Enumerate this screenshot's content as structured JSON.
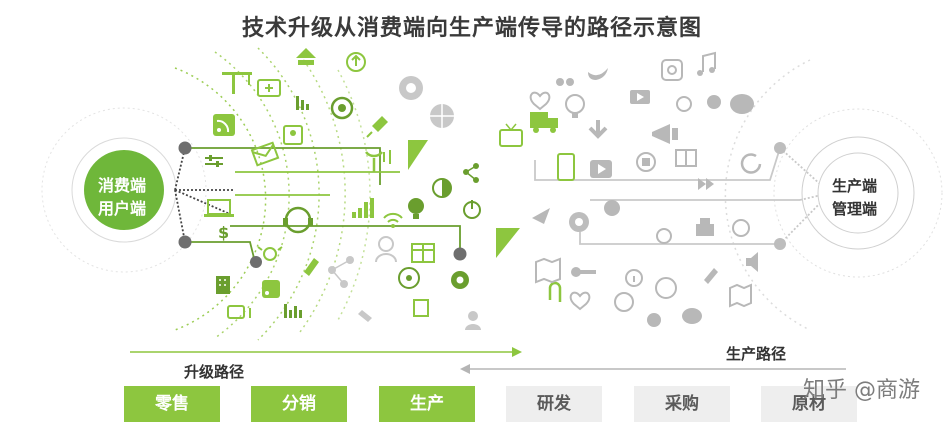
{
  "title": "技术升级从消费端向生产端传导的路径示意图",
  "consumer_node": {
    "line1": "消费端",
    "line2": "用户端"
  },
  "producer_node": {
    "line1": "生产端",
    "line2": "管理端"
  },
  "upgrade_path_label": "升级路径",
  "production_path_label": "生产路径",
  "stages": [
    {
      "label": "零售",
      "state": "active"
    },
    {
      "label": "分销",
      "state": "active"
    },
    {
      "label": "生产",
      "state": "active"
    },
    {
      "label": "研发",
      "state": "inactive"
    },
    {
      "label": "采购",
      "state": "inactive"
    },
    {
      "label": "原材",
      "state": "inactive"
    }
  ],
  "watermark": "知乎 @商游",
  "colors": {
    "green": "#8dc63f",
    "dark_green": "#6a9e2e",
    "gray": "#c8c8c8",
    "dark_gray": "#707070",
    "text": "#333333"
  },
  "icons_left": [
    "rss-icon",
    "crane-icon",
    "medkit-icon",
    "dollar-bars-icon",
    "upload-icon",
    "mail-icon",
    "id-card-icon",
    "target-icon",
    "pin-icon",
    "sliders-icon",
    "gear-icon",
    "globe-icon",
    "antenna-icon",
    "stairs-icon",
    "sun-icon",
    "share-icon",
    "contrast-icon",
    "laptop-icon",
    "headset-icon",
    "chart-icon",
    "lightbulb-icon",
    "wifi-icon",
    "power-icon",
    "dollar-icon",
    "gift-icon",
    "user-icon",
    "pen-icon",
    "bug-icon",
    "network-icon",
    "building-icon",
    "flag-icon",
    "link-icon"
  ],
  "icons_right": [
    "twitter-icon",
    "instagram-icon",
    "music-icon",
    "heart-icon",
    "glasses-icon",
    "bulb-icon",
    "video-icon",
    "globe-icon",
    "pinterest-icon",
    "chat-icon",
    "tv-icon",
    "truck-icon",
    "arrow-down-icon",
    "megaphone-icon",
    "mobile-icon",
    "play-icon",
    "stop-icon",
    "gift-icon",
    "refresh-icon",
    "forward-icon",
    "plane-icon",
    "vimeo-icon",
    "print-icon",
    "basketball-icon",
    "map-icon",
    "key-icon",
    "info-icon",
    "globe-icon",
    "pen-icon",
    "volume-icon",
    "attach-icon",
    "heart-icon",
    "soccer-icon",
    "vine-icon",
    "chat-icon",
    "map-icon"
  ]
}
